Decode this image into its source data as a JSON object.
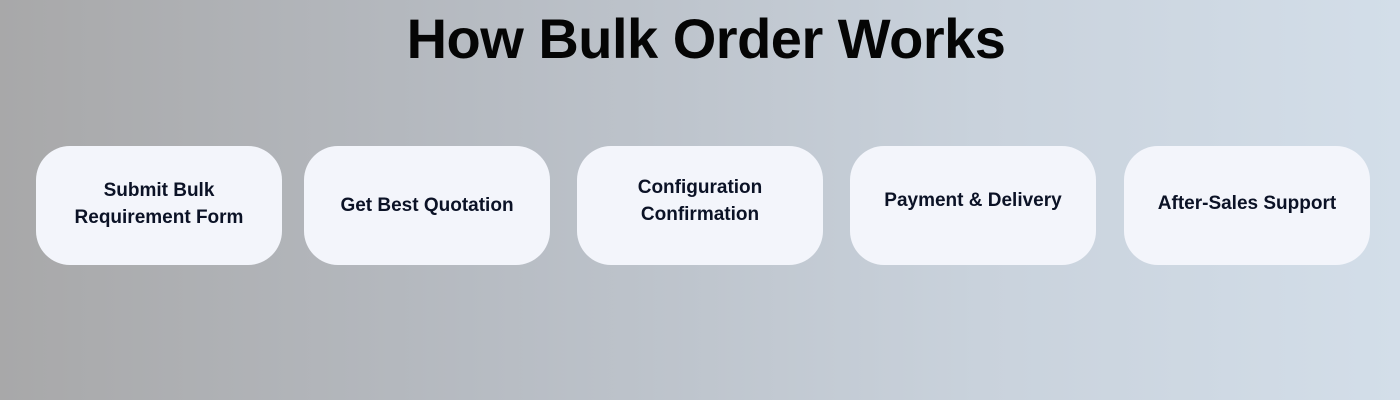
{
  "title": "How Bulk Order Works",
  "steps": [
    {
      "lines": [
        "Submit Bulk",
        "Requirement Form"
      ]
    },
    {
      "lines": [
        "Get Best Quotation"
      ]
    },
    {
      "lines": [
        "Configuration",
        "Confirmation"
      ]
    },
    {
      "lines": [
        "Payment & Delivery"
      ]
    },
    {
      "lines": [
        "After-Sales Support"
      ]
    }
  ]
}
